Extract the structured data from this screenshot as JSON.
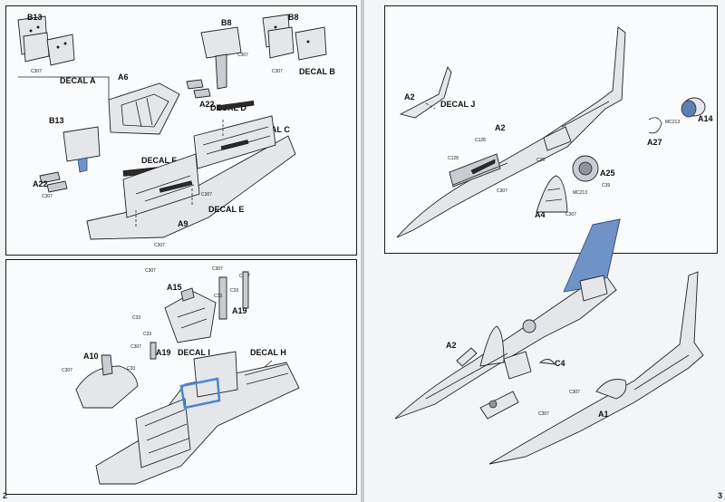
{
  "page_numbers": {
    "left": "2",
    "right": "3"
  },
  "labels": {
    "b13_top": "B13",
    "decal_a": "DECAL A",
    "b8": "B8",
    "decal_b": "DECAL B",
    "a6": "A6",
    "a22_top": "A22",
    "decal_d": "DECAL D",
    "decal_c": "DECAL C",
    "b13_mid": "B13",
    "decal_f": "DECAL F",
    "a22_mid": "A22",
    "decal_e": "DECAL E",
    "a9": "A9",
    "a15": "A15",
    "a19_top": "A19",
    "a10": "A10",
    "a19_bot": "A19",
    "decal_i": "DECAL I",
    "decal_h": "DECAL H",
    "a2_top": "A2",
    "decal_j": "DECAL J",
    "a2_mid": "A2",
    "a14": "A14",
    "a27": "A27",
    "a25": "A25",
    "a4": "A4",
    "a2_bot": "A2",
    "c4": "C4",
    "a1": "A1"
  },
  "codes": {
    "c307": "C307",
    "c33": "C33",
    "c39": "C39",
    "c128": "C128",
    "mc213": "MC213"
  },
  "icons": [
    "seat-frame-icon",
    "canopy-icon",
    "cockpit-tub-icon",
    "aircraft-fuselage-icon",
    "wheel-icon",
    "tail-fin-icon"
  ],
  "colors": {
    "accent_blue": "#6f93c7",
    "decal_black": "#2a2a2a",
    "line": "#222222"
  }
}
